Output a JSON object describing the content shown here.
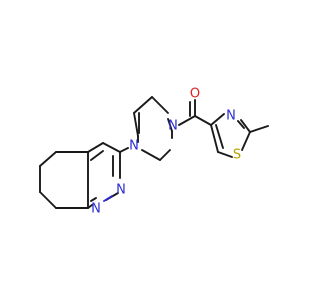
{
  "molecule": {
    "atoms": {
      "oxygen": "O",
      "nitrogen_piperazine_right": "N",
      "nitrogen_piperazine_left": "N",
      "nitrogen_thiazole": "N",
      "sulfur_thiazole": "S",
      "nitrogen_cinnoline_n2": "N",
      "nitrogen_cinnoline_n1": "N"
    }
  },
  "colors": {
    "bond": "#1a1a1a",
    "nitrogen": "#2b2bd6",
    "oxygen": "#e02020",
    "sulfur": "#b8a000",
    "background": "#ffffff"
  }
}
